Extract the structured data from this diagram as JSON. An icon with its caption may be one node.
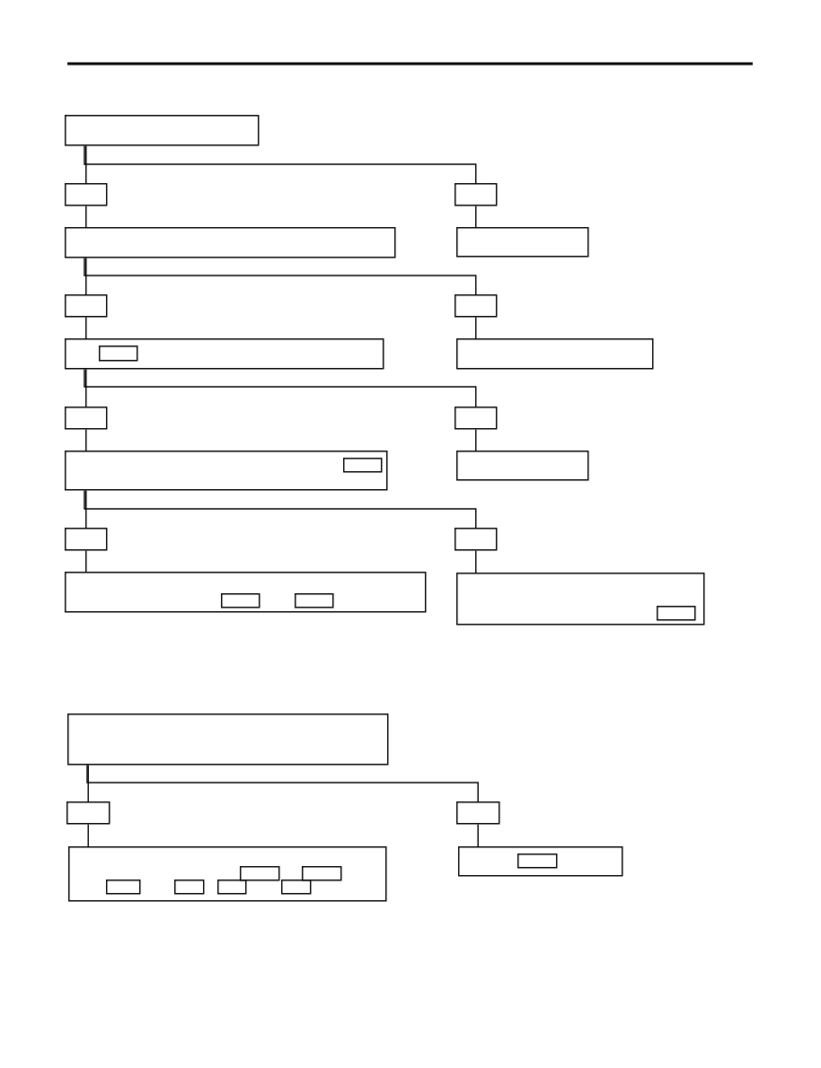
{
  "diagram": {
    "nodes": [
      {
        "text": [],
        "shape": "box"
      },
      {
        "text": [],
        "shape": "box"
      },
      {
        "text": [],
        "shape": "box"
      },
      {
        "text": [],
        "shape": "box"
      },
      {
        "text": [],
        "shape": "box"
      },
      {
        "text": [],
        "shape": "box"
      },
      {
        "text": [],
        "shape": "box"
      },
      {
        "text": [],
        "shape": "box"
      },
      {
        "text": [],
        "shape": "box",
        "in": 7
      },
      {
        "text": [],
        "shape": "box"
      },
      {
        "text": [],
        "shape": "box"
      },
      {
        "text": [],
        "shape": "box"
      },
      {
        "text": [],
        "shape": "box"
      },
      {
        "text": [],
        "shape": "box",
        "in": 12
      },
      {
        "text": [],
        "shape": "box"
      },
      {
        "text": [],
        "shape": "box"
      },
      {
        "text": [],
        "shape": "box"
      },
      {
        "text": [],
        "shape": "box"
      },
      {
        "text": [],
        "shape": "box",
        "in": 17
      },
      {
        "text": [],
        "shape": "box",
        "in": 17
      },
      {
        "text": [],
        "shape": "box"
      },
      {
        "text": [],
        "shape": "box",
        "in": 20
      },
      {
        "text": [],
        "shape": "box"
      },
      {
        "text": [],
        "shape": "box"
      },
      {
        "text": [],
        "shape": "box"
      },
      {
        "text": [],
        "shape": "box"
      },
      {
        "text": [],
        "shape": "box",
        "in": 25
      },
      {
        "text": [],
        "shape": "box",
        "in": 25
      },
      {
        "text": [],
        "shape": "box",
        "in": 25
      },
      {
        "text": [],
        "shape": "box",
        "in": 25
      },
      {
        "text": [],
        "shape": "box",
        "in": 25
      },
      {
        "text": [],
        "shape": "box",
        "in": 25
      },
      {
        "text": [],
        "shape": "box"
      },
      {
        "text": [],
        "shape": "box",
        "in": 32
      }
    ],
    "edges": [
      {
        "from": 0,
        "to": 1,
        "arrow": "none"
      },
      {
        "from": 0,
        "to": 2,
        "arrow": "none"
      },
      {
        "from": 1,
        "to": 3,
        "arrow": "none"
      },
      {
        "from": 2,
        "to": 4,
        "arrow": "none"
      },
      {
        "from": 3,
        "to": 5,
        "arrow": "none"
      },
      {
        "from": 3,
        "to": 6,
        "arrow": "none"
      },
      {
        "from": 5,
        "to": 7,
        "arrow": "none"
      },
      {
        "from": 6,
        "to": 9,
        "arrow": "none"
      },
      {
        "from": 7,
        "to": 10,
        "arrow": "none"
      },
      {
        "from": 7,
        "to": 11,
        "arrow": "none"
      },
      {
        "from": 10,
        "to": 12,
        "arrow": "none"
      },
      {
        "from": 11,
        "to": 14,
        "arrow": "none"
      },
      {
        "from": 12,
        "to": 15,
        "arrow": "none"
      },
      {
        "from": 12,
        "to": 16,
        "arrow": "none"
      },
      {
        "from": 15,
        "to": 17,
        "arrow": "none"
      },
      {
        "from": 16,
        "to": 20,
        "arrow": "none"
      },
      {
        "from": 22,
        "to": 23,
        "arrow": "none"
      },
      {
        "from": 22,
        "to": 24,
        "arrow": "none"
      },
      {
        "from": 23,
        "to": 25,
        "arrow": "none"
      },
      {
        "from": 24,
        "to": 32,
        "arrow": "none"
      }
    ]
  }
}
